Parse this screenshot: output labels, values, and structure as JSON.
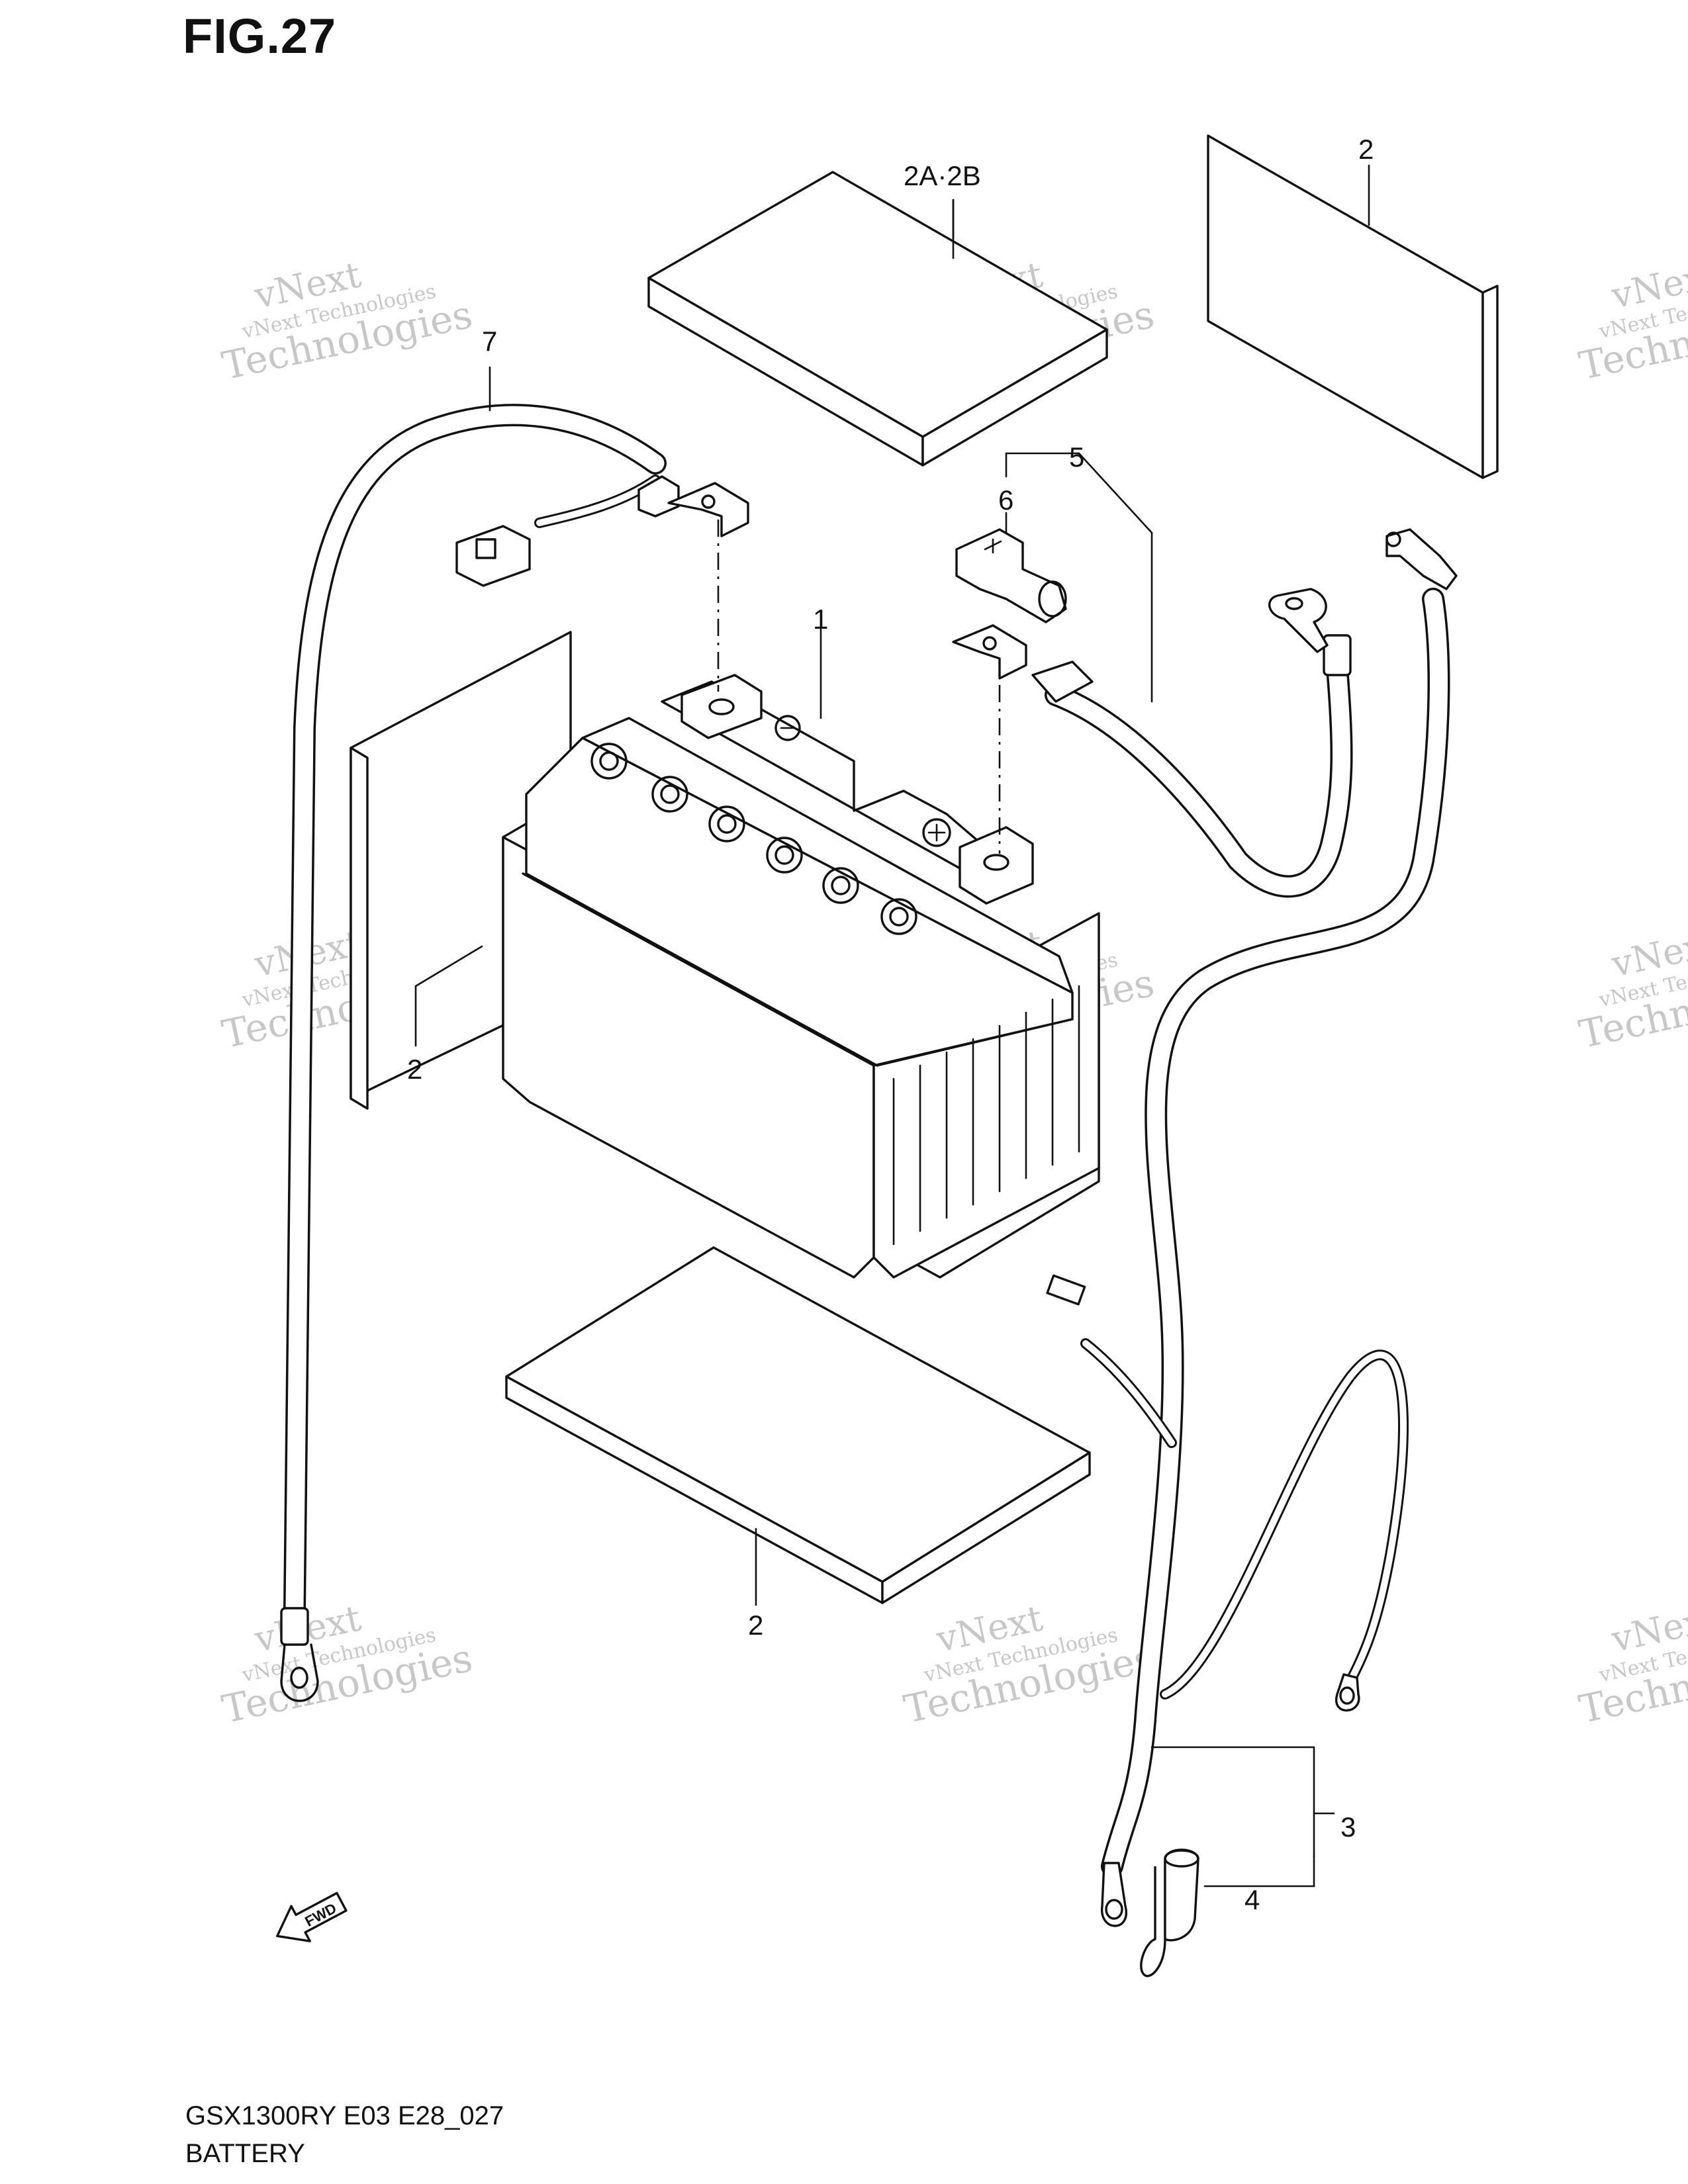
{
  "figure": {
    "title": "FIG.27",
    "model_code": "GSX1300RY E03 E28_027",
    "caption": "BATTERY"
  },
  "callouts": {
    "c_2a2b": "2A·2B",
    "c_2_top": "2",
    "c_7": "7",
    "c_5": "5",
    "c_6": "6",
    "c_1": "1",
    "c_2_left": "2",
    "c_2_bottom": "2",
    "c_3": "3",
    "c_4": "4"
  },
  "fwd_arrow": "FWD",
  "watermark": {
    "line1": "vNext",
    "line2": "vNext Technologies",
    "line3": "Technologies"
  }
}
